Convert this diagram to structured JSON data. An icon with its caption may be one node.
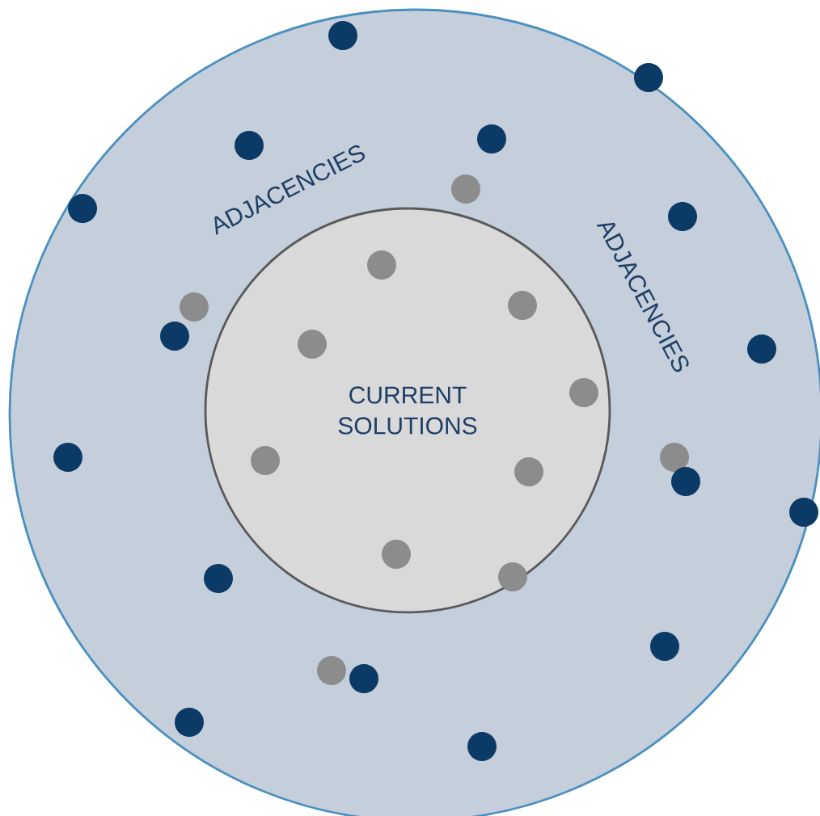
{
  "diagram": {
    "nodes": [
      {
        "text": [
          "ADJACENCIES",
          "ADJACENCIES"
        ]
      },
      {
        "text": [
          "CURRENT SOLUTIONS"
        ],
        "in": 0
      }
    ]
  }
}
